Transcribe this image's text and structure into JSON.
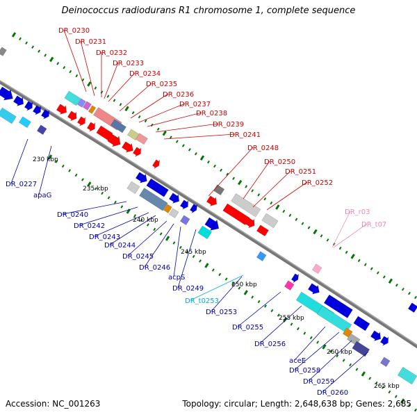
{
  "title": "Deinococcus radiodurans R1 chromosome 1, complete sequence",
  "footer": {
    "accession": "Accession: NC_001263",
    "topology": "Topology: circular; Length: 2,648,638 bp; Genes: 2,685"
  },
  "colors": {
    "plus_strand_labels": "#cc0000",
    "minus_strand_labels": "#0000aa",
    "rna_labels": "#ee88bb",
    "trna_labels": "#00aadd",
    "backbone": "#777777",
    "tick_marks": "#007700"
  },
  "tick_labels": [
    "230 kbp",
    "235 kbp",
    "240 kbp",
    "245 kbp",
    "250 kbp",
    "255 kbp",
    "260 kbp",
    "265 kbp"
  ],
  "labels": {
    "top": [
      "DR_0230",
      "DR_0231",
      "DR_0232",
      "DR_0233",
      "DR_0234",
      "DR_0235",
      "DR_0236",
      "DR_0237",
      "DR_0238",
      "DR_0239",
      "DR_0241",
      "DR_0248",
      "DR_0250",
      "DR_0251",
      "DR_0252"
    ],
    "top_right": [
      "DR_r03",
      "DR_t07"
    ],
    "bottom": [
      "DR_0227",
      "apaG",
      "DR_0240",
      "DR_0242",
      "DR_0243",
      "DR_0244",
      "DR_0245",
      "DR_0246",
      "acpS",
      "DR_0249",
      "DR_t0253",
      "DR_0253",
      "DR_0255",
      "DR_0256",
      "aceE",
      "DR_0258",
      "DR_0259",
      "DR_0260"
    ]
  }
}
